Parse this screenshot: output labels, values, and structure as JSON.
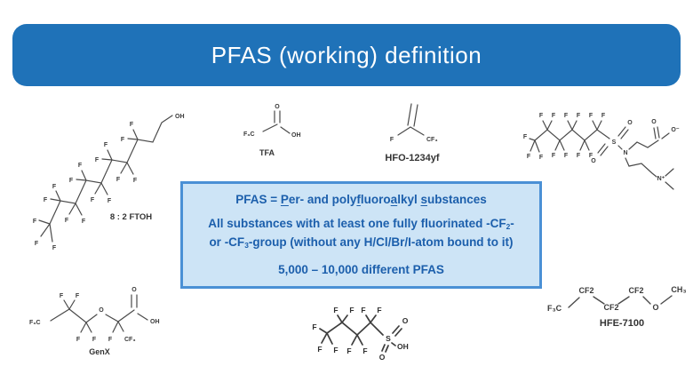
{
  "title": "PFAS (working) definition",
  "colors": {
    "banner": "#1f72b8",
    "box_bg": "#cde4f6",
    "box_border": "#4a90d5",
    "box_text": "#1c5fac"
  },
  "definition_box": {
    "line1": {
      "pre": "PFAS = ",
      "u1": "P",
      "m1": "er- and poly",
      "u2": "f",
      "m2": "luoro",
      "u3": "a",
      "m3": "lkyl ",
      "u4": "s",
      "m4": "ubstances"
    },
    "line2": {
      "pre": "All substances with at least one fully fluorinated -CF",
      "sub": "2",
      "post": "-"
    },
    "line3": {
      "pre": "or -CF",
      "sub": "3",
      "post": "-group (without any H/Cl/Br/I-atom bound to it)"
    },
    "line4": "5,000 – 10,000 different PFAS"
  },
  "molecules": {
    "ftoh": {
      "label": "8 : 2 FTOH"
    },
    "tfa": {
      "label": "TFA"
    },
    "hfo": {
      "label": "HFO-1234yf"
    },
    "genx": {
      "label": "GenX"
    },
    "hfe": {
      "label": "HFE-7100"
    }
  },
  "atoms": {
    "F": "F",
    "O": "O",
    "S": "S",
    "N": "N",
    "OH": "OH",
    "O_minus": "O⁻",
    "N_plus": "N⁺",
    "F3C": "F₃C",
    "CF3": "CF₃",
    "CF2": "CF2",
    "CH3": "CH₃"
  }
}
